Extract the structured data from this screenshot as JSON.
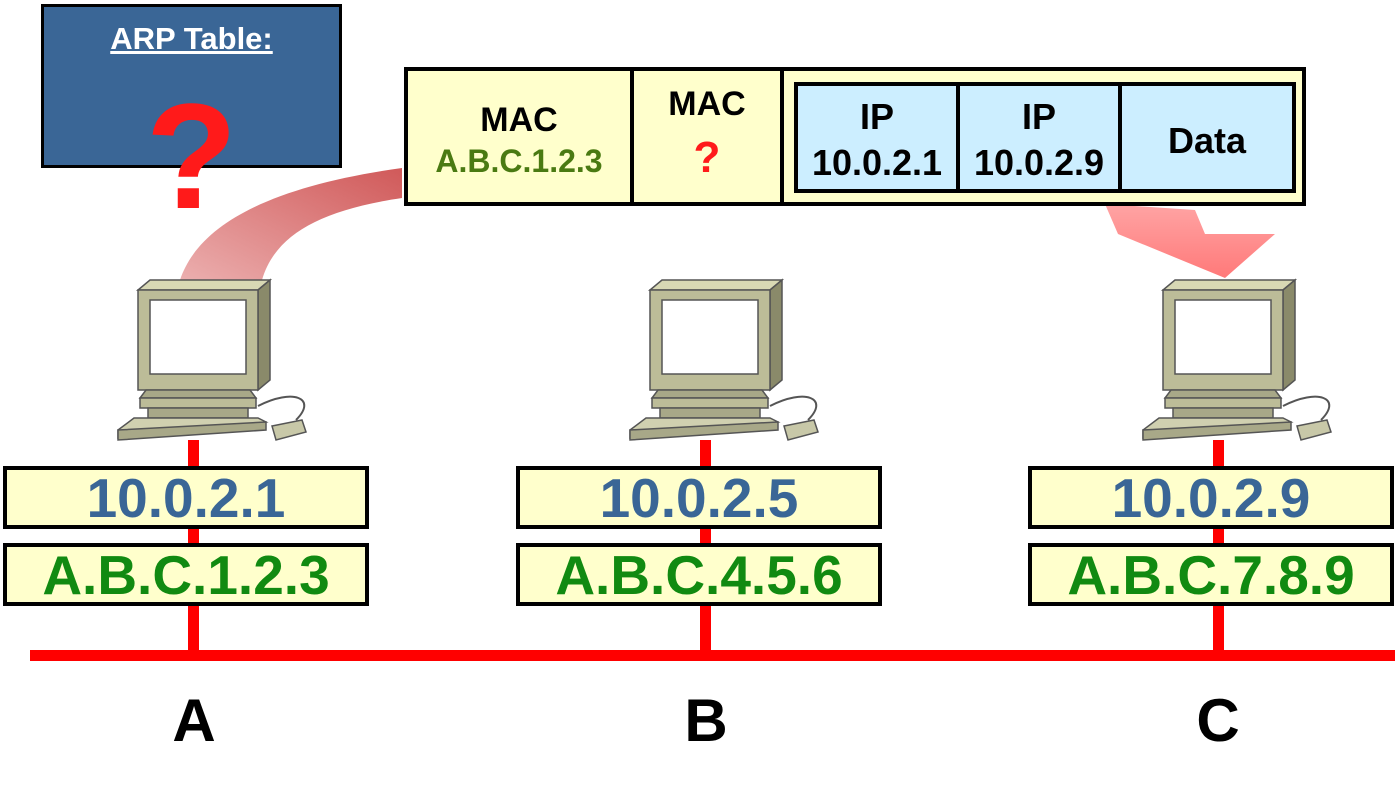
{
  "arp_table": {
    "title": "ARP Table:",
    "value": "?"
  },
  "frame": {
    "dest_mac_label": "MAC",
    "dest_mac_value": "A.B.C.1.2.3",
    "src_mac_label": "MAC",
    "src_mac_value": "?",
    "ip1_label": "IP",
    "ip1_value": "10.0.2.1",
    "ip2_label": "IP",
    "ip2_value": "10.0.2.9",
    "data_label": "Data"
  },
  "hosts": [
    {
      "name": "A",
      "ip": "10.0.2.1",
      "mac": "A.B.C.1.2.3"
    },
    {
      "name": "B",
      "ip": "10.0.2.5",
      "mac": "A.B.C.4.5.6"
    },
    {
      "name": "C",
      "ip": "10.0.2.9",
      "mac": "A.B.C.7.8.9"
    }
  ],
  "colors": {
    "arp_box": "#3a6696",
    "question": "#ff1a1a",
    "cell_fill": "#ffffcc",
    "ip_fill": "#cceeff",
    "ip_text": "#3a6696",
    "mac_text": "#118a11",
    "wire": "#ff0000"
  }
}
